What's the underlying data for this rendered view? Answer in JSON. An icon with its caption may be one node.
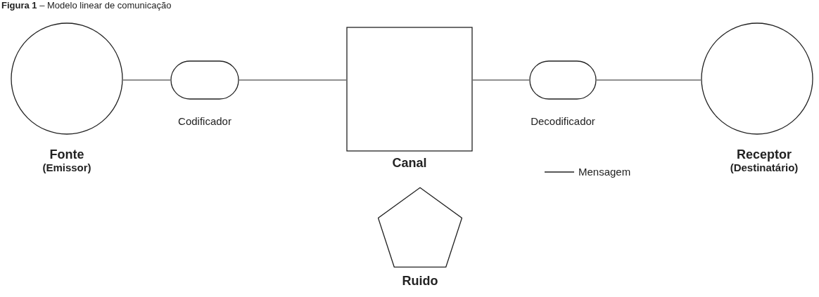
{
  "diagram": {
    "title": "**Figura 1** – Modelo linear de comunicação",
    "nodes": [
      {
        "text": [
          "Fonte",
          "(Emissor)"
        ]
      },
      {
        "text": [
          "Codificador"
        ]
      },
      {
        "text": [
          "Canal"
        ]
      },
      {
        "text": [
          "Decodificador"
        ]
      },
      {
        "text": [
          "Receptor",
          "(Destinatário)"
        ]
      },
      {
        "text": [
          "Ruido"
        ]
      }
    ],
    "edges": [
      {
        "from": 0,
        "to": 1,
        "arrow": "none"
      },
      {
        "from": 1,
        "to": 2,
        "arrow": "none"
      },
      {
        "from": 2,
        "to": 3,
        "arrow": "none"
      },
      {
        "from": 3,
        "to": 4,
        "arrow": "none"
      }
    ],
    "legend": [
      {
        "text": "Mensagem"
      }
    ]
  }
}
